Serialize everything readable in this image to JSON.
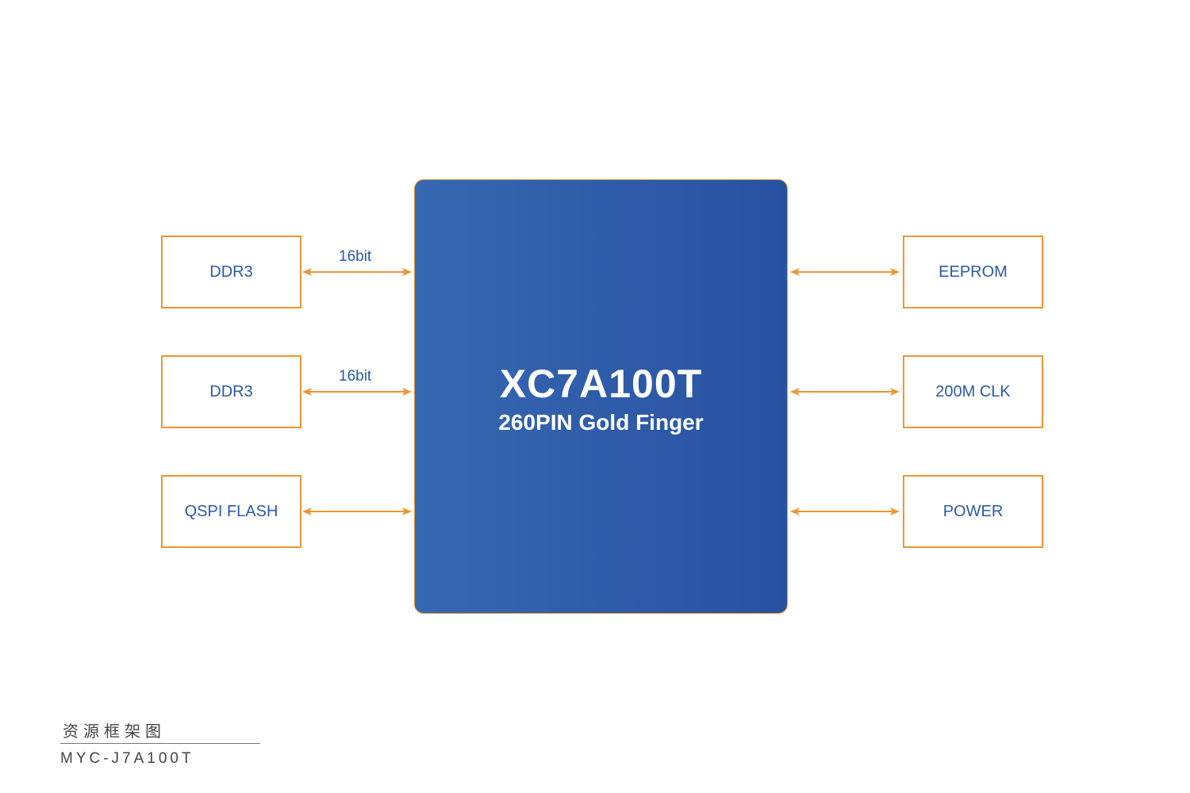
{
  "diagram": {
    "chip": {
      "title": "XC7A100T",
      "subtitle": "260PIN Gold Finger"
    },
    "left_blocks": [
      {
        "label": "DDR3",
        "link_label": "16bit"
      },
      {
        "label": "DDR3",
        "link_label": "16bit"
      },
      {
        "label": "QSPI FLASH",
        "link_label": ""
      }
    ],
    "right_blocks": [
      {
        "label": "EEPROM"
      },
      {
        "label": "200M CLK"
      },
      {
        "label": "POWER"
      }
    ],
    "colors": {
      "chip_fill": "#2f5ca9",
      "block_border": "#f0952f",
      "arrow": "#f0952f",
      "label_text": "#2b5aa8"
    }
  },
  "footer": {
    "title": "资源框架图",
    "model": "MYC-J7A100T"
  }
}
